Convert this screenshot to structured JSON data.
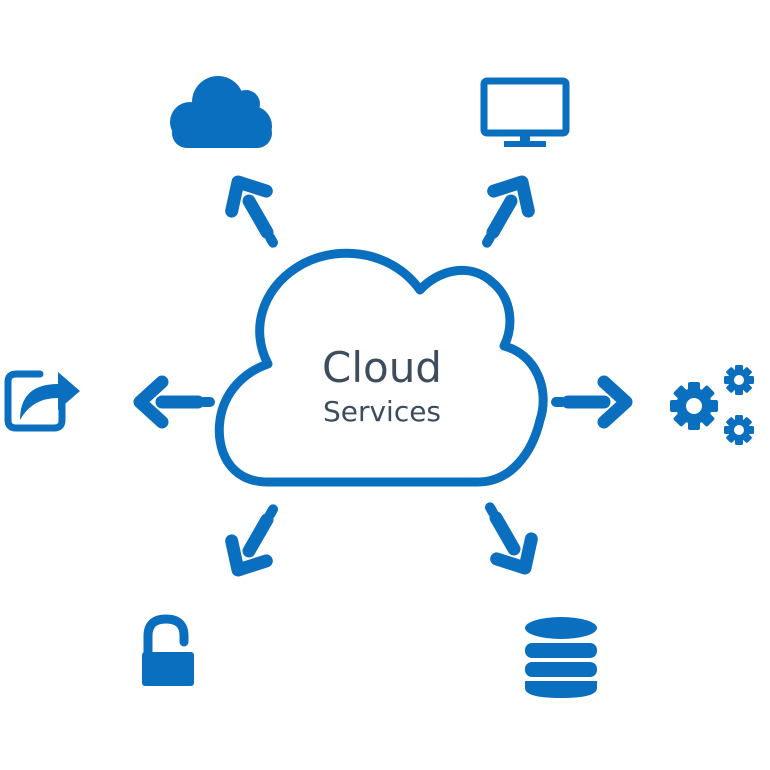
{
  "center": {
    "title": "Cloud",
    "subtitle": "Services"
  },
  "colors": {
    "primary": "#0b6fc0",
    "text": "#3d4d5e",
    "background": "#ffffff"
  },
  "satellites": [
    {
      "name": "cloud-storage",
      "icon": "cloud-icon"
    },
    {
      "name": "desktop",
      "icon": "monitor-icon"
    },
    {
      "name": "share",
      "icon": "share-icon"
    },
    {
      "name": "settings",
      "icon": "gears-icon"
    },
    {
      "name": "security",
      "icon": "unlock-icon"
    },
    {
      "name": "database",
      "icon": "database-icon"
    }
  ]
}
